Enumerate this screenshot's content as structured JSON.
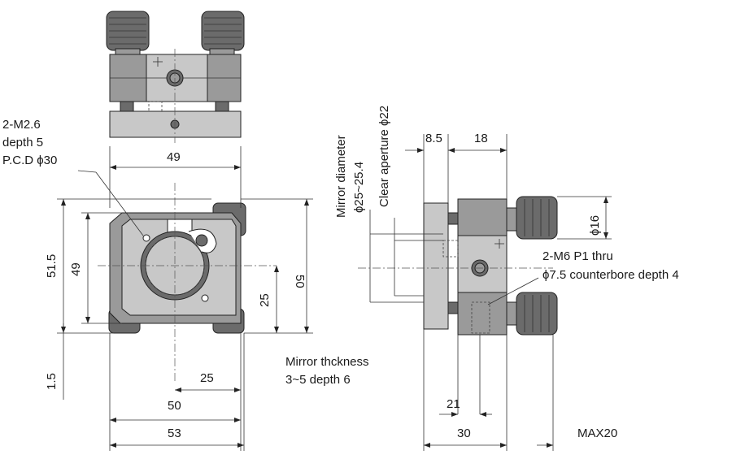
{
  "labels": {
    "d49_top": "49",
    "d49_side": "49",
    "d51_5": "51.5",
    "d50_right": "50",
    "d25_right": "25",
    "d1_5": "1.5",
    "d25_bottom": "25",
    "d50_bottom": "50",
    "d53_bottom": "53",
    "d8_5": "8.5",
    "d18": "18",
    "d16": "ϕ16",
    "d21": "21",
    "d30": "30",
    "max20": "MAX20"
  },
  "notes": {
    "m26_line1": "2-M2.6",
    "m26_line2": "depth 5",
    "m26_line3": "P.C.D ϕ30",
    "mirror_diameter_1": "Mirror diameter",
    "mirror_diameter_2": "ϕ25~25.4",
    "clear_aperture": "Clear aperture ϕ22",
    "m6_line1": "2-M6 P1 thru",
    "m6_line2": "ϕ7.5 counterbore  depth 4",
    "thickness_line1": "Mirror thckness",
    "thickness_line2": "3~5  depth 6"
  },
  "colors": {
    "body": "#9a9a9a",
    "body_light": "#c8c8c8",
    "body_dark": "#6b6b6b",
    "line": "#222222"
  }
}
